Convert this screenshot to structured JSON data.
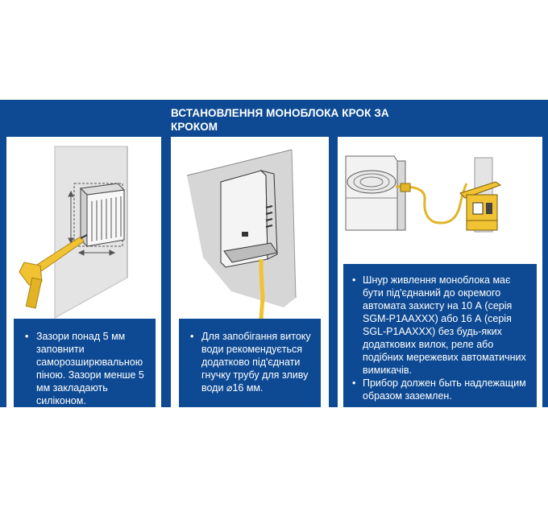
{
  "title": "ВСТАНОВЛЕННЯ МОНОБЛОКА КРОК ЗА КРОКОМ",
  "colors": {
    "panel": "#0e4a93",
    "card": "#ffffff",
    "accent_yellow": "#f1c232"
  },
  "steps": [
    {
      "illustration": "wall-opening-foam-gun-icon",
      "bullets": [
        "Зазори понад 5 мм заповнити саморозширювальною піною. Зазори менше 5 мм закладають силіконом."
      ]
    },
    {
      "illustration": "wall-mounted-unit-drain-pipe-icon",
      "bullets": [
        "Для запобігання витоку води рекомендується додатково під'єднати гнучку трубу для зливу води ⌀16 мм."
      ]
    },
    {
      "illustration": "unit-cable-switchboard-icon",
      "bullets": [
        "Шнур живлення моноблока має бути під'єднаний до окремого автомата захисту на 10 А (серія SGM-P1AAXXX) або 16 А (серія SGL-P1AAXXX) без будь-яких додаткових вилок, реле або подібних мережевих автоматичних вимикачів.",
        "Прибор должен быть надлежащим образом заземлен."
      ]
    }
  ]
}
